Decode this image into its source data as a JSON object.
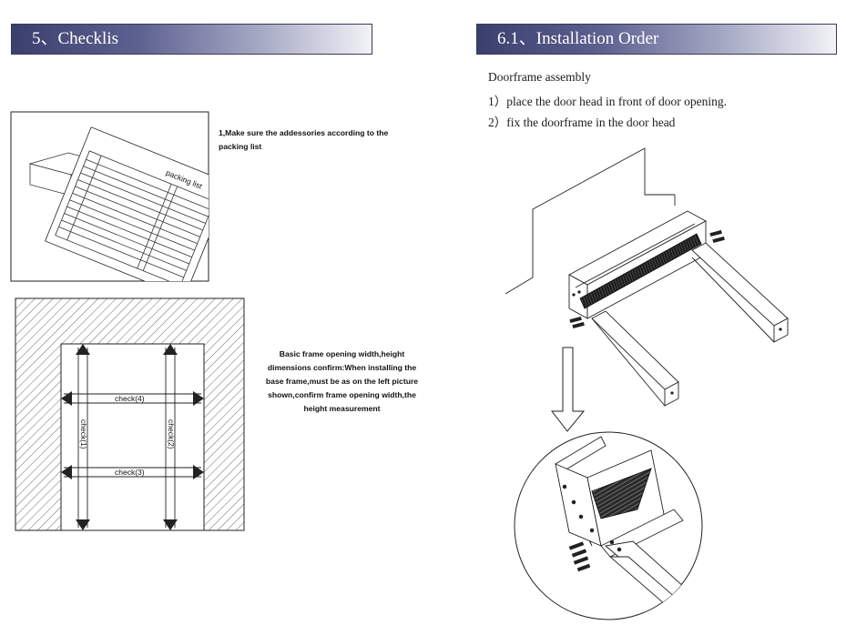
{
  "left_page": {
    "heading": "5、Checklis",
    "note_packing": "1,Make sure the addessories according to the packing list",
    "packing_list_label": "packing list",
    "frame_labels": {
      "check1": "check(1)",
      "check2": "check(2)",
      "check3": "check(3)",
      "check4": "check(4)"
    },
    "note_frame": "Basic frame opening width,height dimensions confirm:When installing the base frame,must be as on the left picture shown,confirm frame opening width,the height measurement"
  },
  "right_page": {
    "heading": "6.1、Installation Order",
    "section_title": "Doorframe assembly",
    "steps": [
      "1）place the door head in front of door opening.",
      "2）fix the doorframe in the door head"
    ]
  },
  "colors": {
    "header_gradient_start": "#3b3f6e",
    "header_gradient_end": "#f2f2f7",
    "header_text": "#ffffff"
  }
}
